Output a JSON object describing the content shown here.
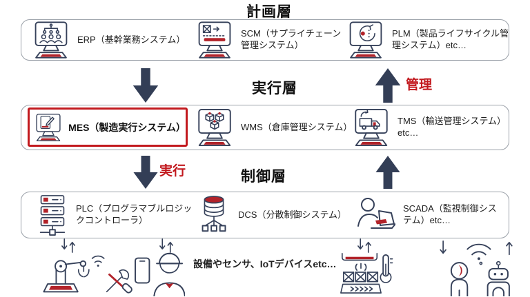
{
  "titles": {
    "planning": "計画層",
    "execution": "実行層",
    "control": "制御層"
  },
  "flow_labels": {
    "manage": "管理",
    "execute": "実行"
  },
  "layers": [
    {
      "title": "計画層",
      "items": [
        {
          "name": "erp",
          "icon": "monitor-org-chart-icon",
          "label": "ERP（基幹業務システム）",
          "highlighted": false
        },
        {
          "name": "scm",
          "icon": "monitor-conveyor-icon",
          "label": "SCM（サプライチェーン管理システム）",
          "highlighted": false
        },
        {
          "name": "plm",
          "icon": "monitor-lifecycle-icon",
          "label": "PLM（製品ライフサイクル管理システム）etc…",
          "highlighted": false
        }
      ]
    },
    {
      "title": "実行層",
      "items": [
        {
          "name": "mes",
          "icon": "monitor-document-pencil-icon",
          "label": "MES（製造実行システム）",
          "highlighted": true
        },
        {
          "name": "wms",
          "icon": "monitor-boxes-icon",
          "label": "WMS（倉庫管理システム）",
          "highlighted": false
        },
        {
          "name": "tms",
          "icon": "monitor-truck-icon",
          "label": "TMS（輸送管理システム）etc…",
          "highlighted": false
        }
      ]
    },
    {
      "title": "制御層",
      "items": [
        {
          "name": "plc",
          "icon": "server-stack-icon",
          "label": "PLC（プログラマブルロジックコントローラ）",
          "highlighted": false
        },
        {
          "name": "dcs",
          "icon": "database-network-icon",
          "label": "DCS（分散制御システム）",
          "highlighted": false
        },
        {
          "name": "scada",
          "icon": "operator-laptop-icon",
          "label": "SCADA（監視制御システム）etc…",
          "highlighted": false
        }
      ]
    }
  ],
  "bottom_caption": "設備やセンサ、IoTデバイスetc…",
  "icons": {
    "ground": [
      "robot-arm-icon",
      "tools-icon",
      "worker-icon",
      "conveyor-sensor-icon",
      "thermometer-icon",
      "human-and-robot-icon",
      "wifi-icon",
      "updown-arrows-icon"
    ]
  },
  "colors": {
    "navy": "#333e56",
    "red": "#b2232a",
    "highlight_border": "#c2191e",
    "box_border": "#9aa0a8",
    "text": "#1e1e1e"
  }
}
